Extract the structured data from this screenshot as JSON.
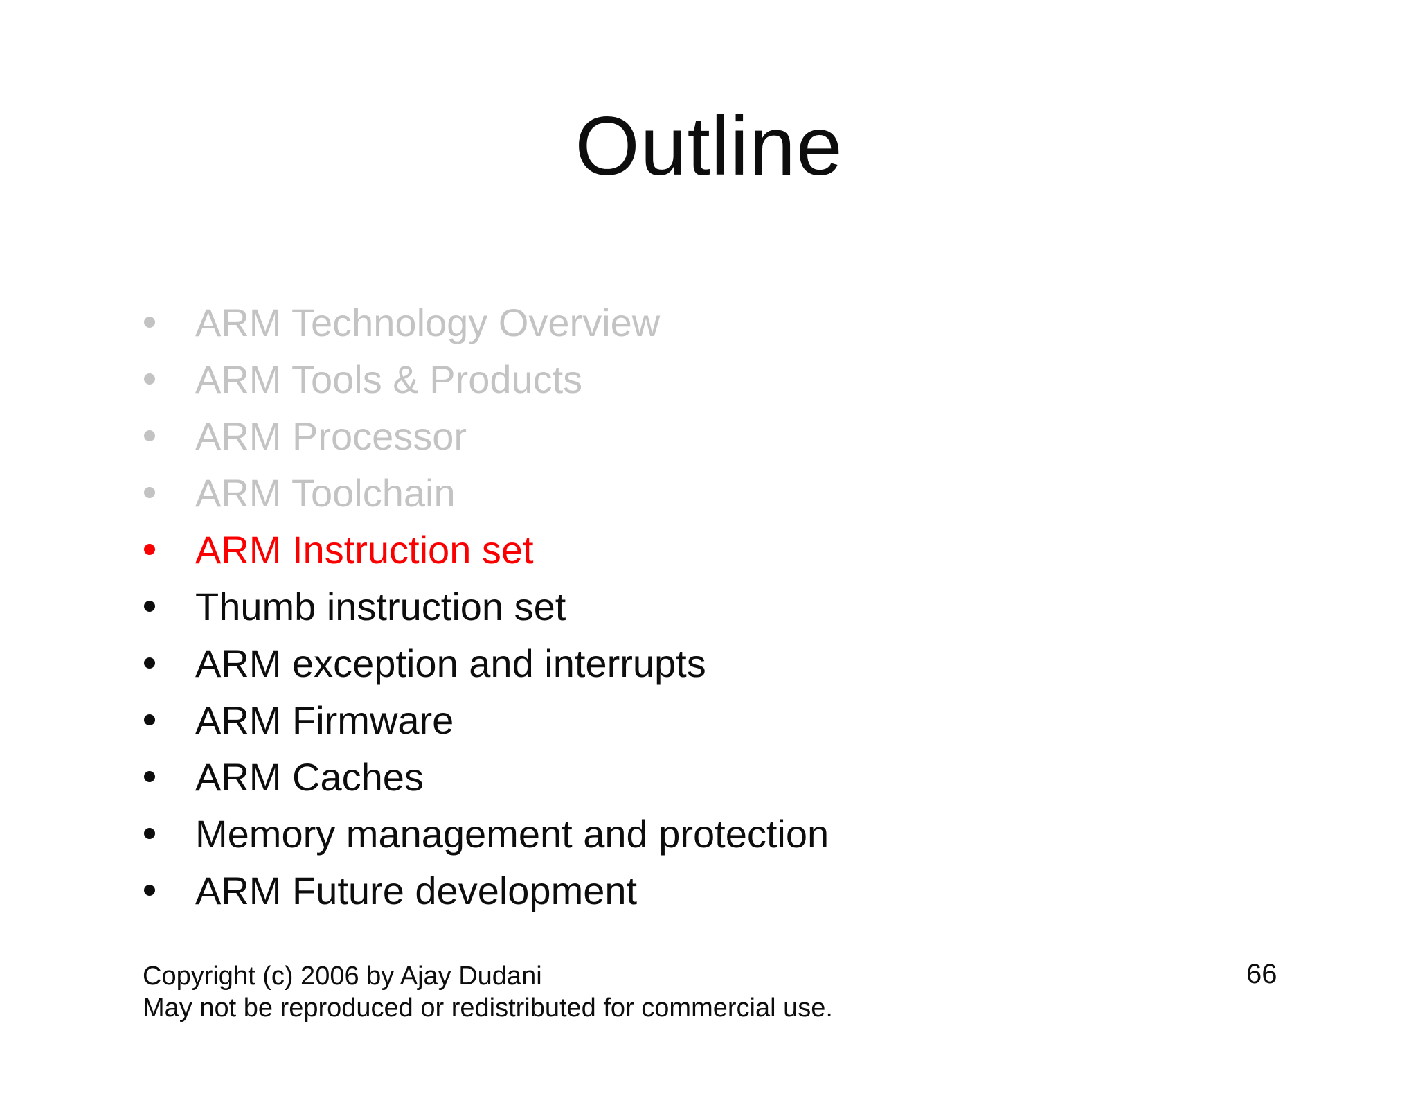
{
  "slide": {
    "title": "Outline",
    "outline": {
      "items": [
        {
          "label": "ARM Technology Overview",
          "state": "completed"
        },
        {
          "label": "ARM Tools & Products",
          "state": "completed"
        },
        {
          "label": "ARM Processor",
          "state": "completed"
        },
        {
          "label": "ARM Toolchain",
          "state": "completed"
        },
        {
          "label": "ARM Instruction set",
          "state": "current"
        },
        {
          "label": "Thumb instruction set",
          "state": "upcoming"
        },
        {
          "label": "ARM exception and interrupts",
          "state": "upcoming"
        },
        {
          "label": "ARM Firmware",
          "state": "upcoming"
        },
        {
          "label": "ARM Caches",
          "state": "upcoming"
        },
        {
          "label": "Memory management and protection",
          "state": "upcoming"
        },
        {
          "label": "ARM Future development",
          "state": "upcoming"
        }
      ]
    },
    "footer": {
      "copyright_line1": "Copyright (c) 2006 by Ajay Dudani",
      "copyright_line2": "May not be reproduced or redistributed for commercial use.",
      "page_number": "66"
    },
    "colors": {
      "completed_item": "#c3c3c3",
      "current_item": "#fb0000",
      "upcoming_item": "#0d0d0d",
      "title_text": "#0d0d0d",
      "background": "#ffffff"
    }
  }
}
